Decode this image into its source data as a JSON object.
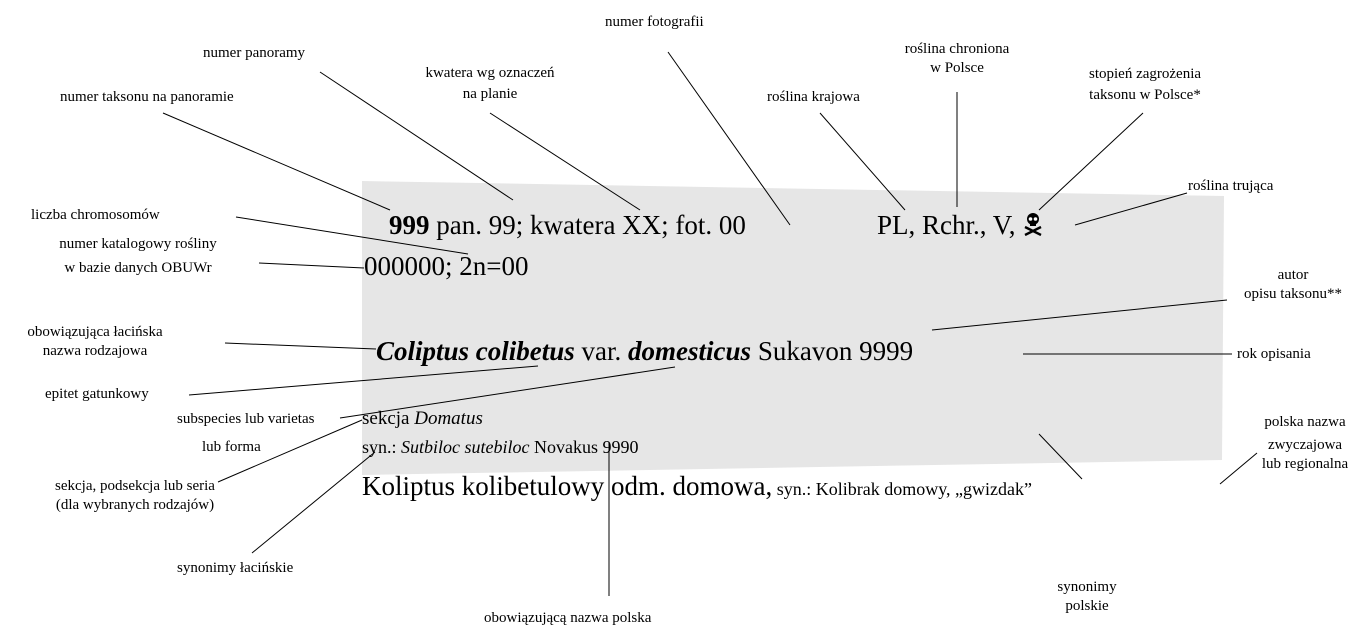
{
  "card": {
    "line1": {
      "number": "999",
      "rest": " pan. 99;  kwatera XX; fot. 00",
      "flags": "PL, Rchr., V,"
    },
    "line2": "000000; 2n=00",
    "line3": {
      "genus_species": "Coliptus colibetus",
      "rank": " var. ",
      "infra": "domesticus",
      "author_year": " Sukavon 9999"
    },
    "line4": {
      "prefix": "sekcja ",
      "name": "Domatus"
    },
    "line5": {
      "prefix": "syn.: ",
      "name": "Sutbiloc sutebiloc",
      "author": " Novakus 9990"
    },
    "line6": {
      "polish_name": "Koliptus kolibetulowy odm. domowa,",
      "synonyms": " syn.: Kolibrak domowy, „gwizdak”"
    }
  },
  "labels": {
    "numer_fotografii": "numer fotografii",
    "numer_panoramy": "numer panoramy",
    "kwatera_l1": "kwatera wg oznaczeń",
    "kwatera_l2": "na planie",
    "numer_taksonu": "numer taksonu  na panoramie",
    "roslina_krajowa": "roślina krajowa",
    "chroniona_l1": "roślina chroniona",
    "chroniona_l2": "w Polsce",
    "zagrozenie_l1": "stopień zagrożenia",
    "zagrozenie_l2": "taksonu w Polsce*",
    "trujaca": "roślina trująca",
    "chromosomy": "liczba chromosomów",
    "katalog_l1": "numer katalogowy rośliny",
    "katalog_l2": "w bazie danych OBUWr",
    "autor_l1": "autor",
    "autor_l2": "opisu taksonu**",
    "lacinska_l1": "obowiązująca łacińska",
    "lacinska_l2": "nazwa rodzajowa",
    "rok": "rok opisania",
    "epitet": "epitet gatunkowy",
    "subspecies": "subspecies lub varietas",
    "forma": "lub forma",
    "sekcja_l1": "sekcja, podsekcja lub seria",
    "sekcja_l2": "(dla wybranych rodzajów)",
    "synonimy_lac": "synonimy łacińskie",
    "polska_l1": "polska nazwa",
    "polska_l2": "zwyczajowa",
    "polska_l3": "lub regionalna",
    "synonimy_pl_l1": "synonimy",
    "synonimy_pl_l2": "polskie",
    "obowiazujaca_pl": "obowiązującą nazwa polska"
  },
  "icons": {
    "poison": "skull-crossbones-icon"
  },
  "colors": {
    "card_background": "#e6e6e6",
    "text": "#000000"
  }
}
